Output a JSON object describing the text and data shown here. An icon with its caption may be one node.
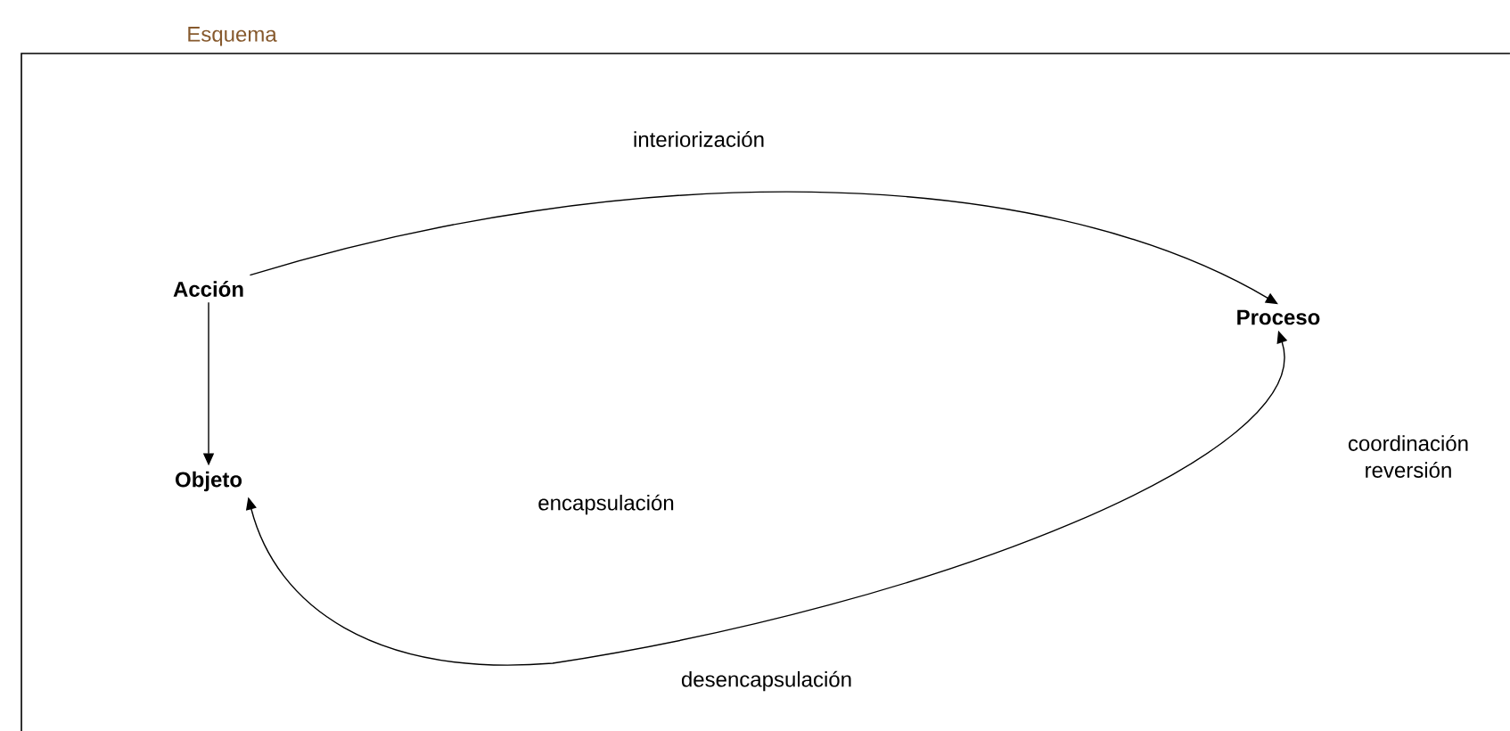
{
  "diagram": {
    "nodes": [
      {
        "text": [
          "Esquema"
        ]
      },
      {
        "text": [
          "Acción"
        ],
        "in": 0
      },
      {
        "text": [
          "Proceso"
        ],
        "in": 0
      },
      {
        "text": [
          "Objeto"
        ],
        "in": 0
      }
    ],
    "edges": [
      {
        "from": 1,
        "to": 2,
        "arrow": "to",
        "label": "interiorización"
      },
      {
        "from": 1,
        "to": 3,
        "arrow": "to"
      },
      {
        "from": 2,
        "to": 3,
        "arrow": "both",
        "label": "desencapsulación"
      }
    ],
    "labels": [
      "encapsulación",
      "coordinación reversión"
    ]
  }
}
